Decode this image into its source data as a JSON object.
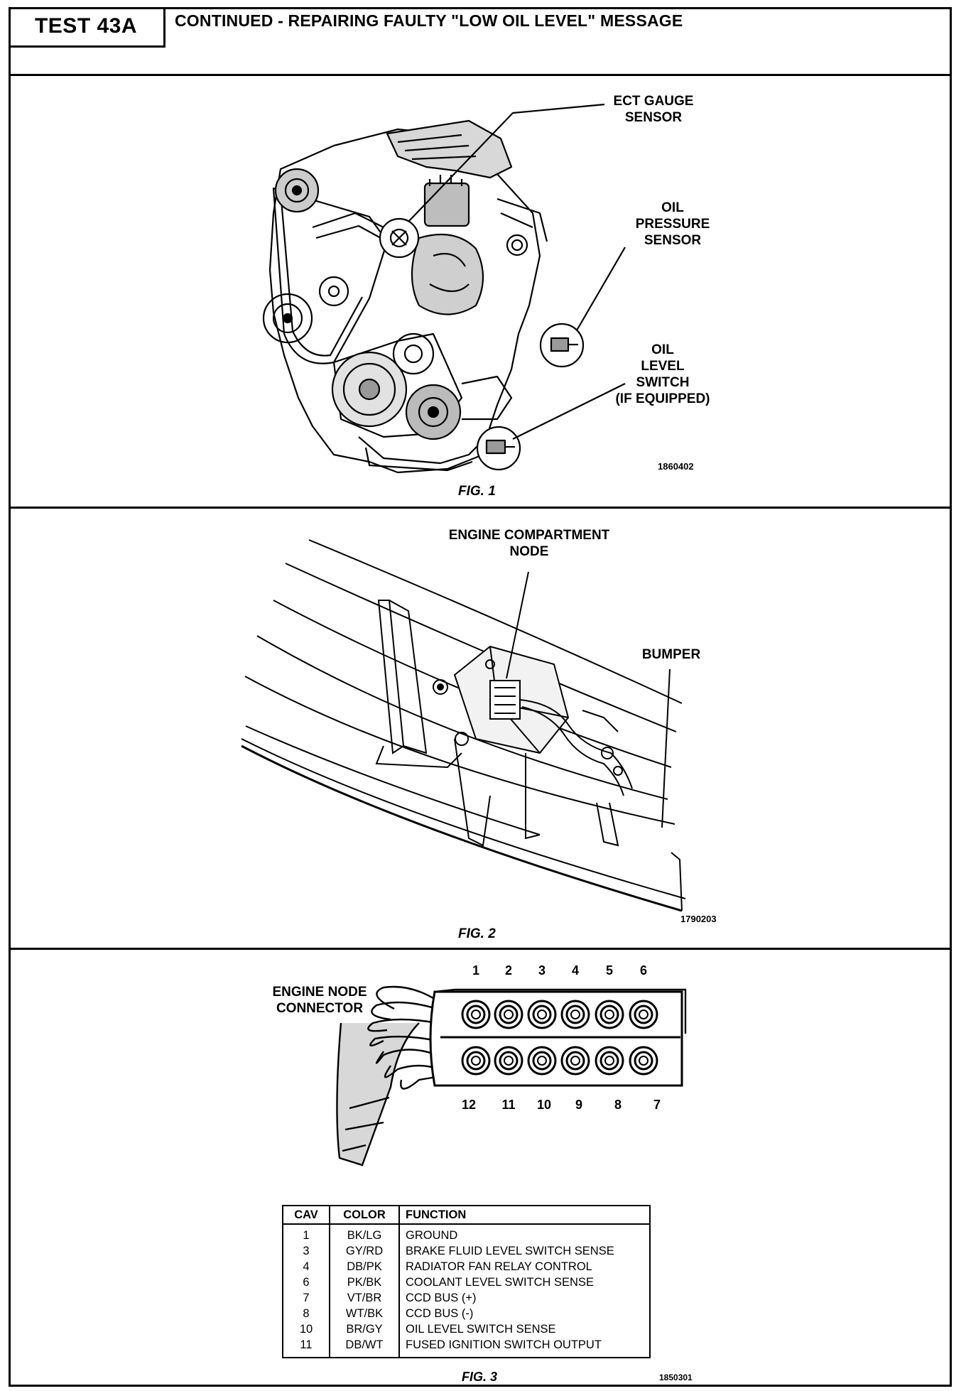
{
  "header": {
    "test_label": "TEST 43A",
    "title": "CONTINUED - REPAIRING FAULTY \"LOW OIL LEVEL\" MESSAGE"
  },
  "fig1": {
    "labels": {
      "ect": "ECT GAUGE\nSENSOR",
      "oil_pressure": "OIL\nPRESSURE\nSENSOR",
      "oil_level": "OIL\nLEVEL\nSWITCH\n(IF EQUIPPED)"
    },
    "code": "1860402",
    "caption": "FIG. 1"
  },
  "fig2": {
    "labels": {
      "node": "ENGINE COMPARTMENT\nNODE",
      "bumper": "BUMPER"
    },
    "code": "1790203",
    "caption": "FIG. 2"
  },
  "fig3": {
    "connector_label": "ENGINE NODE\nCONNECTOR",
    "top_pins": [
      "1",
      "2",
      "3",
      "4",
      "5",
      "6"
    ],
    "bottom_pins": [
      "12",
      "11",
      "10",
      "9",
      "8",
      "7"
    ],
    "table": {
      "headers": [
        "CAV",
        "COLOR",
        "FUNCTION"
      ],
      "rows": [
        {
          "cav": "1",
          "color": "BK/LG",
          "function": "GROUND"
        },
        {
          "cav": "3",
          "color": "GY/RD",
          "function": "BRAKE FLUID LEVEL SWITCH SENSE"
        },
        {
          "cav": "4",
          "color": "DB/PK",
          "function": "RADIATOR FAN RELAY CONTROL"
        },
        {
          "cav": "6",
          "color": "PK/BK",
          "function": "COOLANT LEVEL SWITCH SENSE"
        },
        {
          "cav": "7",
          "color": "VT/BR",
          "function": "CCD BUS (+)"
        },
        {
          "cav": "8",
          "color": "WT/BK",
          "function": "CCD BUS (-)"
        },
        {
          "cav": "10",
          "color": "BR/GY",
          "function": "OIL LEVEL SWITCH SENSE"
        },
        {
          "cav": "11",
          "color": "DB/WT",
          "function": "FUSED IGNITION SWITCH OUTPUT"
        }
      ]
    },
    "code": "1850301",
    "caption": "FIG. 3"
  }
}
